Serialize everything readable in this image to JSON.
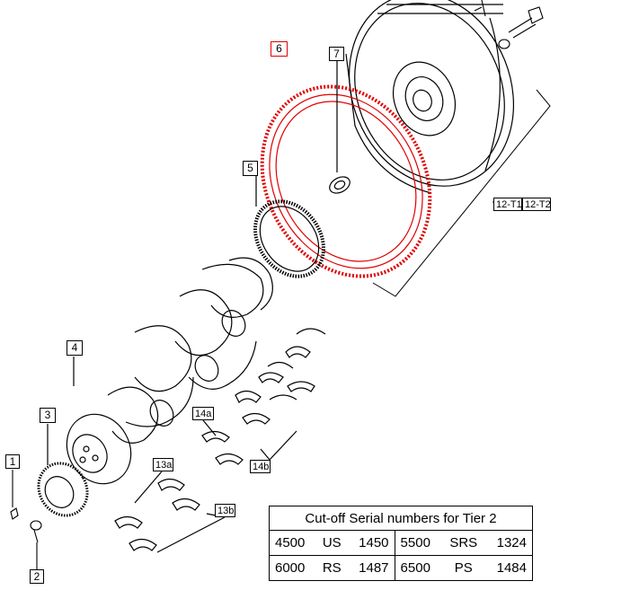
{
  "callouts": {
    "c1": "1",
    "c2": "2",
    "c3": "3",
    "c4": "4",
    "c5": "5",
    "c6": "6",
    "c7": "7",
    "c13a": "13a",
    "c13b": "13b",
    "c14a": "14a",
    "c14b": "14b",
    "c12t1": "12-T1",
    "c12t2": "12-T2"
  },
  "table": {
    "title": "Cut-off Serial numbers for Tier 2",
    "rows": [
      [
        {
          "serial": "4500",
          "code": "US",
          "number": "1450"
        },
        {
          "serial": "5500",
          "code": "SRS",
          "number": "1324"
        }
      ],
      [
        {
          "serial": "6000",
          "code": "RS",
          "number": "1487"
        },
        {
          "serial": "6500",
          "code": "PS",
          "number": "1484"
        }
      ]
    ]
  },
  "colors": {
    "highlight": "#e00000",
    "line": "#000000",
    "background": "#ffffff"
  }
}
